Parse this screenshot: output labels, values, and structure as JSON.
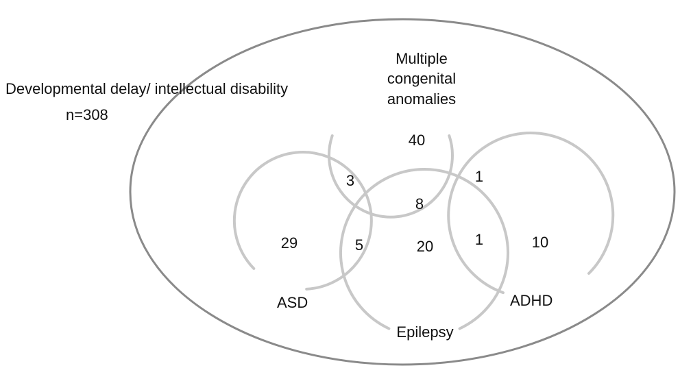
{
  "outer_set": {
    "label": "Developmental delay/ intellectual disability",
    "count_text": "n=308"
  },
  "sets": {
    "mca": {
      "label_lines": [
        "Multiple",
        "congenital",
        "anomalies"
      ]
    },
    "asd": {
      "label": "ASD"
    },
    "epilepsy": {
      "label": "Epilepsy"
    },
    "adhd": {
      "label": "ADHD"
    }
  },
  "regions": {
    "mca_only": "40",
    "asd_mca": "3",
    "mca_adhd": "1",
    "asd_epilepsy_mca": "8",
    "asd_only": "29",
    "asd_epilepsy": "5",
    "epilepsy_only": "20",
    "epilepsy_adhd": "1",
    "adhd_only": "10"
  },
  "colors": {
    "outer_stroke": "#8a8a8a",
    "circle_stroke": "#c8c8c8",
    "text": "#111111",
    "background": "#ffffff"
  }
}
